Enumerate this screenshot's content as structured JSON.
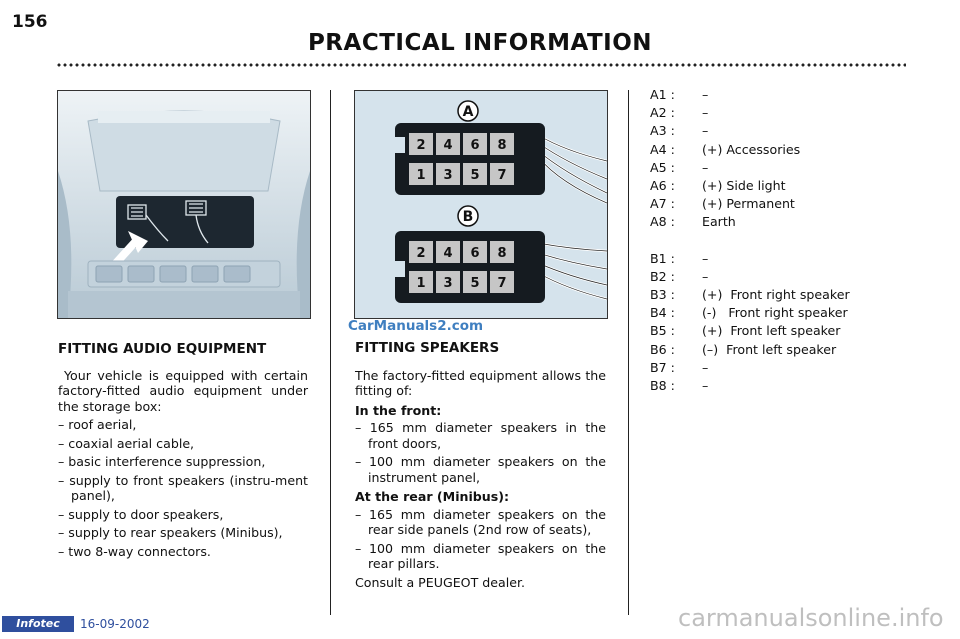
{
  "page_number": "156",
  "header_title": "PRACTICAL INFORMATION",
  "watermark": "CarManuals2.com",
  "audio": {
    "heading": "FITTING AUDIO EQUIPMENT",
    "intro": "Your vehicle is equipped with certain factory-fitted audio equipment under the storage box:",
    "items": [
      "– roof aerial,",
      "– coaxial aerial cable,",
      "– basic interference suppression,",
      "– supply to front speakers (instru-ment panel),",
      "– supply to door speakers,",
      "– supply to rear speakers (Minibus),",
      "– two 8-way connectors."
    ]
  },
  "diagram": {
    "label_a": "A",
    "label_b": "B",
    "pins_top": [
      "2",
      "4",
      "6",
      "8"
    ],
    "pins_bottom": [
      "1",
      "3",
      "5",
      "7"
    ]
  },
  "speakers": {
    "heading": "FITTING SPEAKERS",
    "intro": "The factory-fitted equipment allows the fitting of:",
    "front_heading": "In the front:",
    "front_items": [
      "– 165 mm diameter speakers in the front doors,",
      "– 100 mm diameter speakers on the instrument panel,"
    ],
    "rear_heading": "At the rear (Minibus):",
    "rear_items": [
      "– 165 mm diameter speakers on the rear side panels (2nd row of seats),",
      "– 100 mm diameter speakers on the rear pillars."
    ],
    "closing": "Consult a PEUGEOT dealer."
  },
  "pins_a": [
    {
      "code": "A1 :",
      "desc": "–"
    },
    {
      "code": "A2 :",
      "desc": "–"
    },
    {
      "code": "A3 :",
      "desc": "–"
    },
    {
      "code": "A4 :",
      "desc": "(+) Accessories"
    },
    {
      "code": "A5 :",
      "desc": "–"
    },
    {
      "code": "A6 :",
      "desc": "(+) Side light"
    },
    {
      "code": "A7 :",
      "desc": "(+) Permanent"
    },
    {
      "code": "A8 :",
      "desc": "Earth"
    }
  ],
  "pins_b": [
    {
      "code": "B1 :",
      "desc": "–"
    },
    {
      "code": "B2 :",
      "desc": "–"
    },
    {
      "code": "B3 :",
      "desc": "(+)  Front right speaker"
    },
    {
      "code": "B4 :",
      "desc": "(-)   Front right speaker"
    },
    {
      "code": "B5 :",
      "desc": "(+)  Front left speaker"
    },
    {
      "code": "B6 :",
      "desc": "(–)  Front left speaker"
    },
    {
      "code": "B7 :",
      "desc": "–"
    },
    {
      "code": "B8 :",
      "desc": "–"
    }
  ],
  "footer": {
    "logo": "Infotec",
    "date": "16-09-2002",
    "site": "carmanualsonline.info"
  }
}
